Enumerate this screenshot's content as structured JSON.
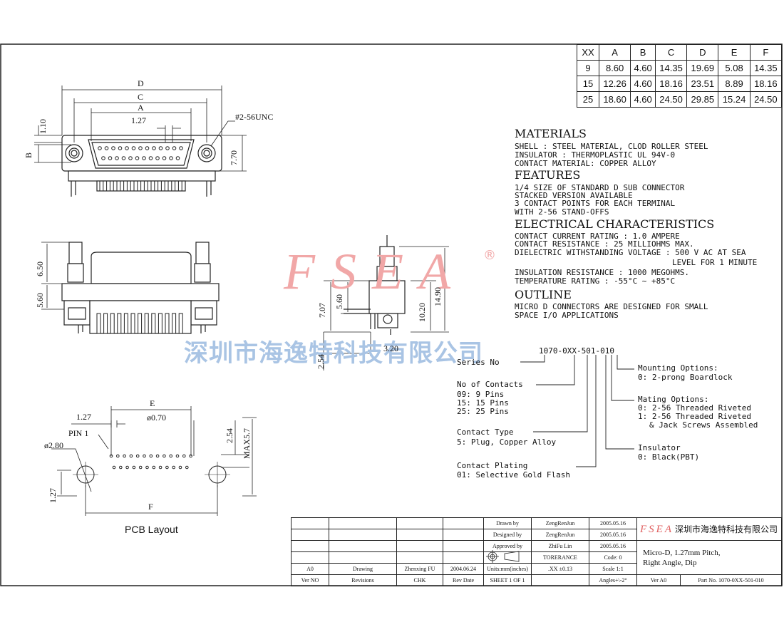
{
  "dimension_table": {
    "headers": [
      "XX",
      "A",
      "B",
      "C",
      "D",
      "E",
      "F"
    ],
    "rows": [
      [
        "9",
        "8.60",
        "4.60",
        "14.35",
        "19.69",
        "5.08",
        "14.35"
      ],
      [
        "15",
        "12.26",
        "4.60",
        "18.16",
        "23.51",
        "8.89",
        "18.16"
      ],
      [
        "25",
        "18.60",
        "4.60",
        "24.50",
        "29.85",
        "15.24",
        "24.50"
      ]
    ]
  },
  "sections": {
    "materials": {
      "title": "MATERIALS",
      "lines": [
        "SHELL : STEEL MATERIAL, CLOD ROLLER STEEL",
        "INSULATOR : THERMOPLASTIC UL 94V-0",
        "CONTACT MATERIAL: COPPER ALLOY"
      ]
    },
    "features": {
      "title": "FEATURES",
      "lines": [
        "1/4 SIZE OF STANDARD D SUB CONNECTOR",
        "STACKED VERSION AVAILABLE",
        "3 CONTACT POINTS FOR EACH TERMINAL",
        "WITH 2-56 STAND-OFFS"
      ]
    },
    "electrical": {
      "title": "ELECTRICAL  CHARACTERISTICS",
      "lines": [
        "CONTACT CURRENT RATING : 1.0 AMPERE",
        "CONTACT RESISTANCE : 25 MILLIOHMS MAX.",
        "DIELECTRIC WITHSTANDING VOLTAGE : 500 V AC AT SEA",
        "LEVEL FOR 1 MINUTE",
        "INSULATION RESISTANCE : 1000 MEGOHMS.",
        "TEMPERATURE RATING : -55°C ~ +85°C"
      ]
    },
    "outline": {
      "title": "OUTLINE",
      "lines": [
        "MICRO D CONNECTORS ARE DESIGNED FOR SMALL",
        "SPACE I/O APPLICATIONS"
      ]
    }
  },
  "part_code": {
    "code": "1070-0XX-501-010",
    "series_label": "Series No",
    "contacts": {
      "title": "No of Contacts",
      "lines": [
        "09: 9 Pins",
        "15: 15 Pins",
        "25: 25 Pins"
      ]
    },
    "contact_type": {
      "title": "Contact Type",
      "lines": [
        "5: Plug, Copper Alloy"
      ]
    },
    "plating": {
      "title": "Contact Plating",
      "lines": [
        "01: Selective Gold Flash"
      ]
    },
    "mounting": {
      "title": "Mounting Options:",
      "lines": [
        "0: 2-prong Boardlock"
      ]
    },
    "mating": {
      "title": "Mating Options:",
      "lines": [
        "0: 2-56 Threaded Riveted",
        "1: 2-56 Threaded Riveted",
        "& Jack Screws Assembled"
      ]
    },
    "insulator": {
      "title": "Insulator",
      "lines": [
        "0: Black(PBT)"
      ]
    }
  },
  "front_view": {
    "dim_D": "D",
    "dim_C": "C",
    "dim_A": "A",
    "dim_pitch": "1.27",
    "dim_110": "1.10",
    "dim_B": "B",
    "dim_770": "7.70",
    "thread": "#2-56UNC"
  },
  "side_view": {
    "dim_650": "6.50",
    "dim_560": "5.60"
  },
  "profile_view": {
    "dim_707": "7.07",
    "dim_560": "5.60",
    "dim_1020": "10.20",
    "dim_1490": "14.90",
    "dim_320": "3.20",
    "dim_254": "2.54"
  },
  "pcb_layout": {
    "caption": "PCB Layout",
    "dim_E": "E",
    "dim_070": "ø0.70",
    "dim_127": "1.27",
    "pin1": "PIN 1",
    "dim_280": "ø2.80",
    "dim_254": "2.54",
    "dim_max": "MAX5.7",
    "dim_127b": "1.27",
    "dim_F": "F"
  },
  "watermark": {
    "latin": "FSEA",
    "registered": "®",
    "chinese": "深圳市海逸特科技有限公司"
  },
  "title_block": {
    "logo": "FSEA",
    "company": "深圳市海逸特科技有限公司",
    "drawn_label": "Drawn  by",
    "drawn_name": "ZengRenJun",
    "drawn_date": "2005.05.16",
    "designed_label": "Designed by",
    "designed_name": "ZengRenJun",
    "designed_date": "2005.05.16",
    "approved_label": "Approved by",
    "approved_name": "ZhiFu Lin",
    "approved_date": "2005.05.16",
    "tolerance_label": "TORERANCE",
    "code_label": "Code:  0",
    "tol_value": ".XX   ±0.13",
    "scale": "Scale 1:1",
    "units": "Units:mm(inches)",
    "angles": "Angles+\\-2°",
    "sheet": "SHEET  1  OF  1",
    "ver_a0": "A0",
    "drawing": "Drawing",
    "chk_name": "Zhenxing FU",
    "rev_date_value": "2004.06.24",
    "ver_no": "Ver NO",
    "revisions": "Revisions",
    "chk": "CHK",
    "rev_date": "Rev Date",
    "product_line1": "Micro-D, 1.27mm Pitch,",
    "product_line2": "Right Angle, Dip",
    "ver_label": "Ver A0",
    "part_no": "Part No.  1070-0XX-501-010"
  }
}
